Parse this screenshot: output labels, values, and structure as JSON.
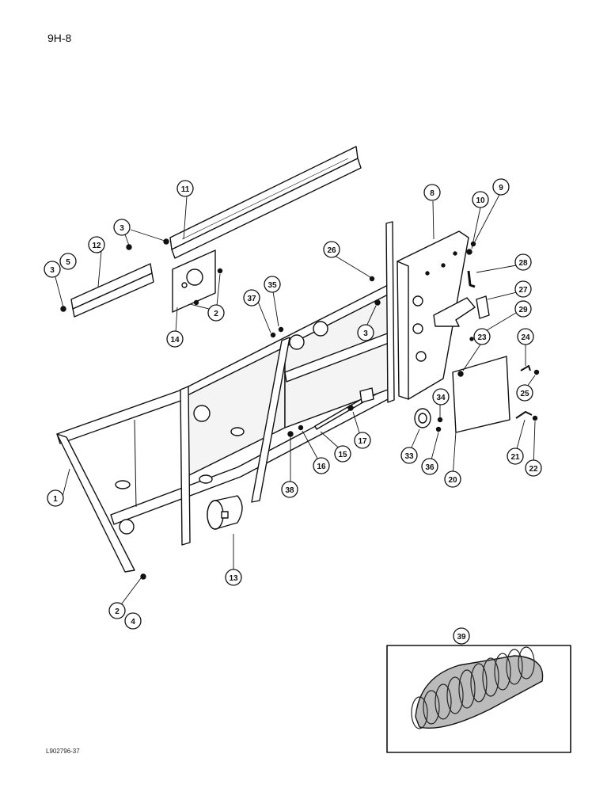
{
  "page": {
    "code": "9H-8"
  },
  "figure": {
    "code": "L902796-37"
  },
  "callouts": [
    {
      "id": "c1",
      "label": "1"
    },
    {
      "id": "c2a",
      "label": "2"
    },
    {
      "id": "c2b",
      "label": "2"
    },
    {
      "id": "c3a",
      "label": "3"
    },
    {
      "id": "c3b",
      "label": "3"
    },
    {
      "id": "c3c",
      "label": "3"
    },
    {
      "id": "c4",
      "label": "4"
    },
    {
      "id": "c5",
      "label": "5"
    },
    {
      "id": "c8",
      "label": "8"
    },
    {
      "id": "c9",
      "label": "9"
    },
    {
      "id": "c10",
      "label": "10"
    },
    {
      "id": "c11",
      "label": "11"
    },
    {
      "id": "c12",
      "label": "12"
    },
    {
      "id": "c13",
      "label": "13"
    },
    {
      "id": "c14",
      "label": "14"
    },
    {
      "id": "c15",
      "label": "15"
    },
    {
      "id": "c16",
      "label": "16"
    },
    {
      "id": "c17",
      "label": "17"
    },
    {
      "id": "c20",
      "label": "20"
    },
    {
      "id": "c21",
      "label": "21"
    },
    {
      "id": "c22",
      "label": "22"
    },
    {
      "id": "c23",
      "label": "23"
    },
    {
      "id": "c24",
      "label": "24"
    },
    {
      "id": "c25",
      "label": "25"
    },
    {
      "id": "c26",
      "label": "26"
    },
    {
      "id": "c27",
      "label": "27"
    },
    {
      "id": "c28",
      "label": "28"
    },
    {
      "id": "c29",
      "label": "29"
    },
    {
      "id": "c33",
      "label": "33"
    },
    {
      "id": "c34",
      "label": "34"
    },
    {
      "id": "c35",
      "label": "35"
    },
    {
      "id": "c36",
      "label": "36"
    },
    {
      "id": "c37",
      "label": "37"
    },
    {
      "id": "c38",
      "label": "38"
    },
    {
      "id": "c39",
      "label": "39"
    }
  ]
}
